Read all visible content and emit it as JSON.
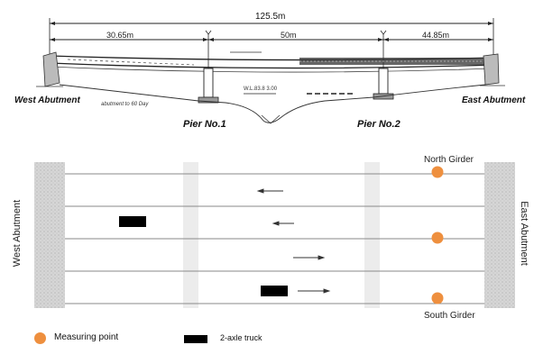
{
  "elevation": {
    "total_span": "125.5m",
    "span_1": "30.65m",
    "span_2": "50m",
    "span_3": "44.85m",
    "annotation_upstream": "abutment to 60 Day",
    "annotation_waterline": "W.L.83.8 3.00",
    "left_abutment": "West Abutment",
    "right_abutment": "East Abutment",
    "pier_1": "Pier No.1",
    "pier_2": "Pier No.2"
  },
  "plan": {
    "north_girder": "North Girder",
    "south_girder": "South Girder",
    "left_label": "West Abutment",
    "right_label": "East Abutment"
  },
  "legend": {
    "measuring_point": "Measuring point",
    "truck": "2-axle truck"
  },
  "colors": {
    "measuring_point": "#ee8f3e",
    "truck": "#000000",
    "abutment_fill": "#d9d9d9",
    "pier_fill": "#ececec"
  }
}
